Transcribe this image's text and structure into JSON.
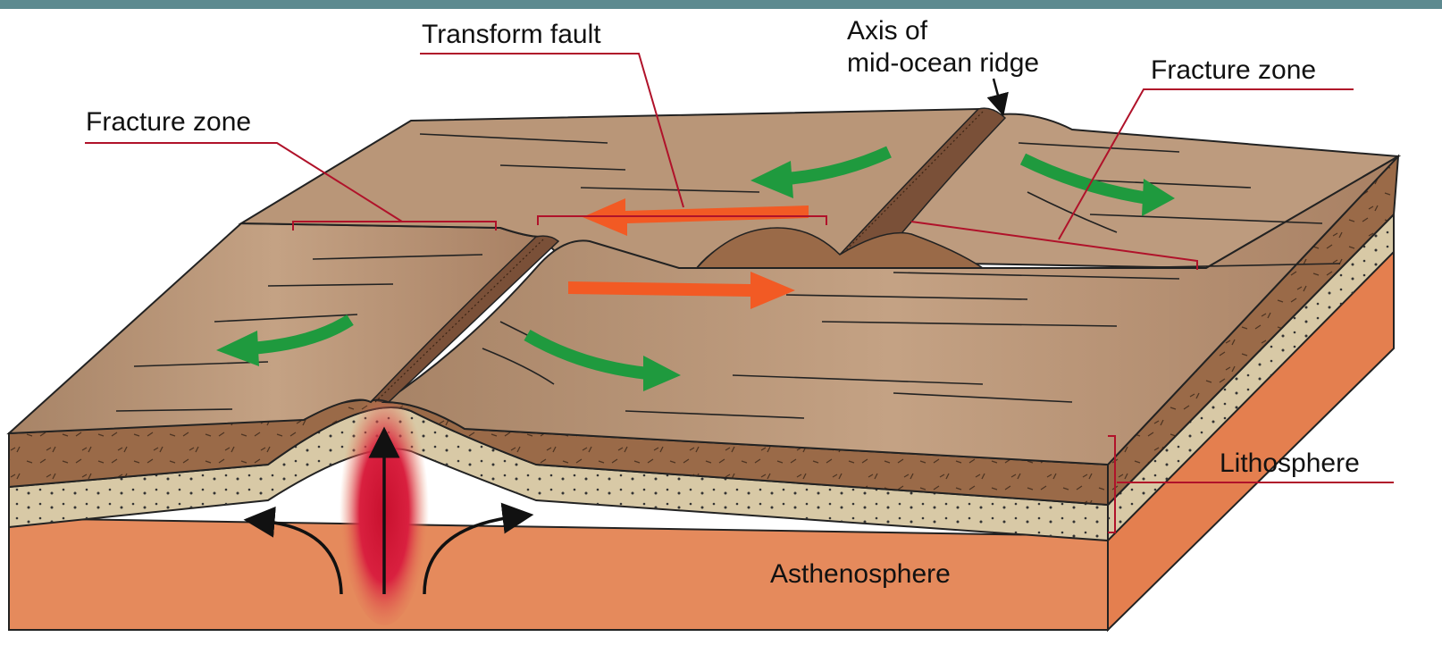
{
  "labels": {
    "transform_fault": "Transform fault",
    "axis_line1": "Axis of",
    "axis_line2": "mid-ocean ridge",
    "fracture_zone_left": "Fracture zone",
    "fracture_zone_right": "Fracture zone",
    "lithosphere": "Lithosphere",
    "asthenosphere": "Asthenosphere"
  },
  "colors": {
    "surface": "#b08a6c",
    "crust": "#9a6a48",
    "sand_layer": "#d8c9a6",
    "asthenosphere": "#e58a5c",
    "magma": "#d2153a",
    "transform_arrow": "#f25a24",
    "plate_motion_arrow": "#1f9a3e",
    "leader_line": "#b0122a",
    "top_strip": "#5d8a90"
  }
}
